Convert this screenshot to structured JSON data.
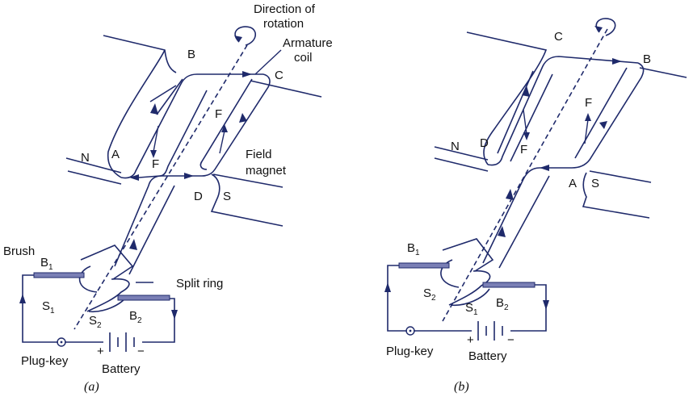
{
  "diagram_a": {
    "caption": "(a)",
    "direction_label_line1": "Direction of",
    "direction_label_line2": "rotation",
    "armature_line1": "Armature",
    "armature_line2": "coil",
    "field_line1": "Field",
    "field_line2": "magnet",
    "pole_n": "N",
    "pole_s": "S",
    "corner_a": "A",
    "corner_b": "B",
    "corner_c": "C",
    "corner_d": "D",
    "force_left": "F",
    "force_right": "F",
    "brush_label": "Brush",
    "brush1": "B",
    "brush1_sub": "1",
    "brush2": "B",
    "brush2_sub": "2",
    "split_ring_label": "Split ring",
    "ring1": "S",
    "ring1_sub": "1",
    "ring2": "S",
    "ring2_sub": "2",
    "plug_key": "Plug-key",
    "battery": "Battery",
    "plus": "+",
    "minus": "−"
  },
  "diagram_b": {
    "caption": "(b)",
    "pole_n": "N",
    "pole_s": "S",
    "corner_a": "A",
    "corner_b": "B",
    "corner_c": "C",
    "corner_d": "D",
    "force_left": "F",
    "force_right": "F",
    "brush1": "B",
    "brush1_sub": "1",
    "brush2": "B",
    "brush2_sub": "2",
    "ring1": "S",
    "ring1_sub": "1",
    "ring2": "S",
    "ring2_sub": "2",
    "plug_key": "Plug-key",
    "battery": "Battery",
    "plus": "+",
    "minus": "−"
  },
  "colors": {
    "line": "#1f2a6b",
    "brush": "#7a7fb5"
  }
}
